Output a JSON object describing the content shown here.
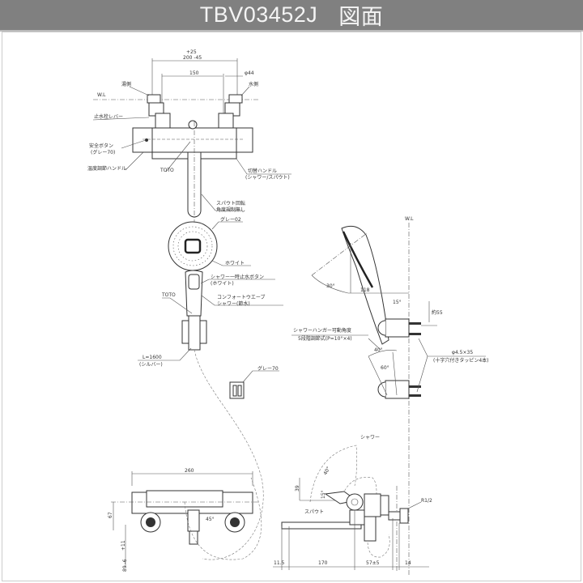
{
  "title": {
    "model": "TBV03452J",
    "label": "図面"
  },
  "top_view": {
    "wl": "W.L",
    "hot_side": "湯側",
    "cold_side": "水側",
    "stop_valve": "止水栓レバー",
    "safety_button": "安全ボタン",
    "safety_button_color": "(グレー70)",
    "temp_handle": "温度調節ハンドル",
    "brand": "TOTO",
    "switch_handle": "切替ハンドル",
    "switch_handle_sub": "(シャワー/スパウト)",
    "spout_rotation": "スパウト回転",
    "spout_rotation_sub": "角度規制無し",
    "dim_pitch_tol_upper": "+25",
    "dim_pitch": "200 -45",
    "dim_150": "150",
    "dim_phi44": "φ44"
  },
  "shower": {
    "head_color": "グレー02",
    "face_color": "ホワイト",
    "stop_button": "シャワー一時止水ボタン",
    "stop_button_color": "(ホワイト)",
    "type": "コンフォートウエーブ",
    "type_sub": "シャワー(節水)",
    "brand": "TOTO",
    "hose": "L=1600",
    "hose_color": "(シルバー)",
    "part_color": "グレー70"
  },
  "side_view": {
    "wl": "W.L",
    "angle_30": "30°",
    "dim_118": "118",
    "angle_15": "15°",
    "dim_approx55": "約55",
    "hanger_label": "シャワーハンガー可動角度",
    "hanger_sub": "5段階調節式(P=10°×4)",
    "angle_40": "40°",
    "angle_60": "60°",
    "screw": "φ4.5×35",
    "screw_sub": "(十字穴付きタッピン4本)"
  },
  "front_view": {
    "dim_260": "260",
    "dim_67": "67",
    "dim_tol": "+11",
    "dim_89": "89 -6",
    "angle_45": "45°"
  },
  "bottom_side_view": {
    "shower": "シャワー",
    "spout": "スパウト",
    "angle_40": "40°",
    "angle_15": "15°",
    "dim_39": "39",
    "thread": "R1/2",
    "dim_11_5": "11.5",
    "dim_170": "170",
    "dim_57": "57±5",
    "dim_14": "14"
  }
}
